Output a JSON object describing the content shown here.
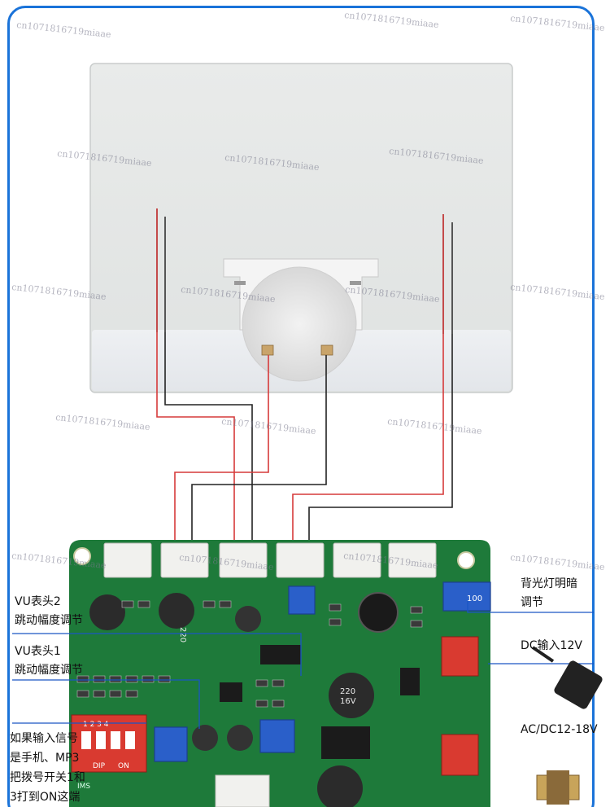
{
  "labels": {
    "vu2_line1": "VU表头2",
    "vu2_line2": "跳动幅度调节",
    "vu1_line1": "VU表头1",
    "vu1_line2": "跳动幅度调节",
    "input_line1": "如果输入信号",
    "input_line2": "是手机、MP3",
    "input_line3": "把拨号开关1和",
    "input_line4": "3打到ON这端",
    "backlight_line1": "背光灯明暗",
    "backlight_line2": "调节",
    "dc_input": "DC输入12V",
    "acdc_input": "AC/DC12-18V"
  },
  "watermark": "cn1071816719miaae",
  "board": {
    "cap_main": "220",
    "cap_main_v": "16V",
    "pot_value": "100",
    "dip_label": "DIP",
    "dip_on": "ON",
    "dip_numbers": "1 2 3 4",
    "ic_label": "IMS"
  },
  "colors": {
    "frame_border": "#1a73d9",
    "pcb_green": "#1e7a3a",
    "wire_red": "#d63a3a",
    "wire_black": "#222222",
    "callout_blue": "#1a56c4"
  }
}
